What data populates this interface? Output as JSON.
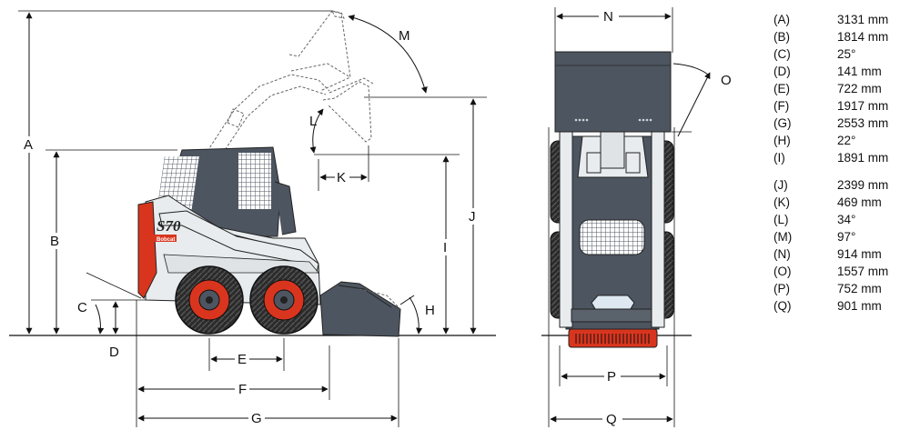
{
  "model": "S70",
  "brand": "Bobcat",
  "colors": {
    "body": "#4d5560",
    "bodyDark": "#3a4048",
    "orange": "#d9351e",
    "tire": "#2b2b2b",
    "light": "#e8ecee",
    "dashed": "#666666"
  },
  "side_labels": [
    {
      "id": "A",
      "text": "A"
    },
    {
      "id": "B",
      "text": "B"
    },
    {
      "id": "C",
      "text": "C"
    },
    {
      "id": "D",
      "text": "D"
    },
    {
      "id": "E",
      "text": "E"
    },
    {
      "id": "F",
      "text": "F"
    },
    {
      "id": "G",
      "text": "G"
    },
    {
      "id": "H",
      "text": "H"
    },
    {
      "id": "I",
      "text": "I"
    },
    {
      "id": "J",
      "text": "J"
    },
    {
      "id": "K",
      "text": "K"
    },
    {
      "id": "L",
      "text": "L"
    },
    {
      "id": "M",
      "text": "M"
    }
  ],
  "front_labels": [
    {
      "id": "N",
      "text": "N"
    },
    {
      "id": "O",
      "text": "O"
    },
    {
      "id": "P",
      "text": "P"
    },
    {
      "id": "Q",
      "text": "Q"
    }
  ],
  "specs": [
    {
      "key": "(A)",
      "value": "3131 mm"
    },
    {
      "key": "(B)",
      "value": "1814 mm"
    },
    {
      "key": "(C)",
      "value": "25°"
    },
    {
      "key": "(D)",
      "value": "141 mm"
    },
    {
      "key": "(E)",
      "value": "722 mm"
    },
    {
      "key": "(F)",
      "value": "1917 mm"
    },
    {
      "key": "(G)",
      "value": "2553 mm"
    },
    {
      "key": "(H)",
      "value": "22°"
    },
    {
      "key": "(I)",
      "value": "1891 mm"
    },
    {
      "key": "(J)",
      "value": "2399 mm"
    },
    {
      "key": "(K)",
      "value": "469 mm"
    },
    {
      "key": "(L)",
      "value": "34°"
    },
    {
      "key": "(M)",
      "value": "97°"
    },
    {
      "key": "(N)",
      "value": "914 mm"
    },
    {
      "key": "(O)",
      "value": "1557 mm"
    },
    {
      "key": "(P)",
      "value": "752 mm"
    },
    {
      "key": "(Q)",
      "value": "901 mm"
    }
  ]
}
